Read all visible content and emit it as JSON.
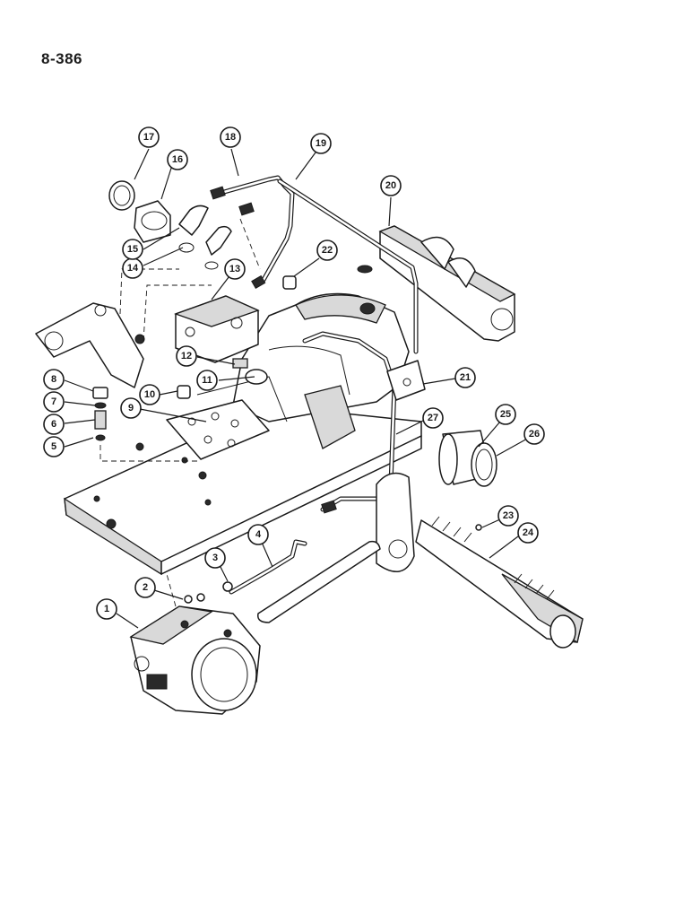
{
  "page_number": "8-386",
  "callouts": [
    {
      "label": "1"
    },
    {
      "label": "2"
    },
    {
      "label": "3"
    },
    {
      "label": "4"
    },
    {
      "label": "5"
    },
    {
      "label": "6"
    },
    {
      "label": "7"
    },
    {
      "label": "8"
    },
    {
      "label": "9"
    },
    {
      "label": "10"
    },
    {
      "label": "11"
    },
    {
      "label": "12"
    },
    {
      "label": "13"
    },
    {
      "label": "14"
    },
    {
      "label": "15"
    },
    {
      "label": "16"
    },
    {
      "label": "17"
    },
    {
      "label": "18"
    },
    {
      "label": "19"
    },
    {
      "label": "20"
    },
    {
      "label": "21"
    },
    {
      "label": "22"
    },
    {
      "label": "23"
    },
    {
      "label": "24"
    },
    {
      "label": "25"
    },
    {
      "label": "26"
    },
    {
      "label": "27"
    }
  ]
}
